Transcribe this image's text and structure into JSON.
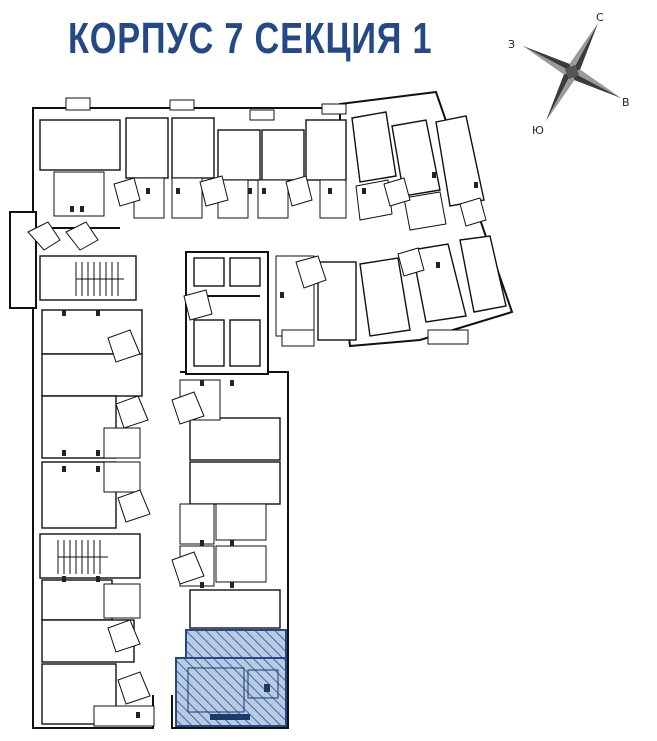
{
  "header": {
    "title": "КОРПУС 7  СЕКЦИЯ 1"
  },
  "compass": {
    "north": "С",
    "south": "Ю",
    "east": "В",
    "west": "З"
  },
  "highlight": {
    "fill": "#6b8fbf",
    "stroke": "#234a86"
  },
  "colors": {
    "title": "#234a86",
    "walls": "#111111",
    "compass_dark": "#3a3a3a",
    "compass_light": "#9a9a9a"
  }
}
